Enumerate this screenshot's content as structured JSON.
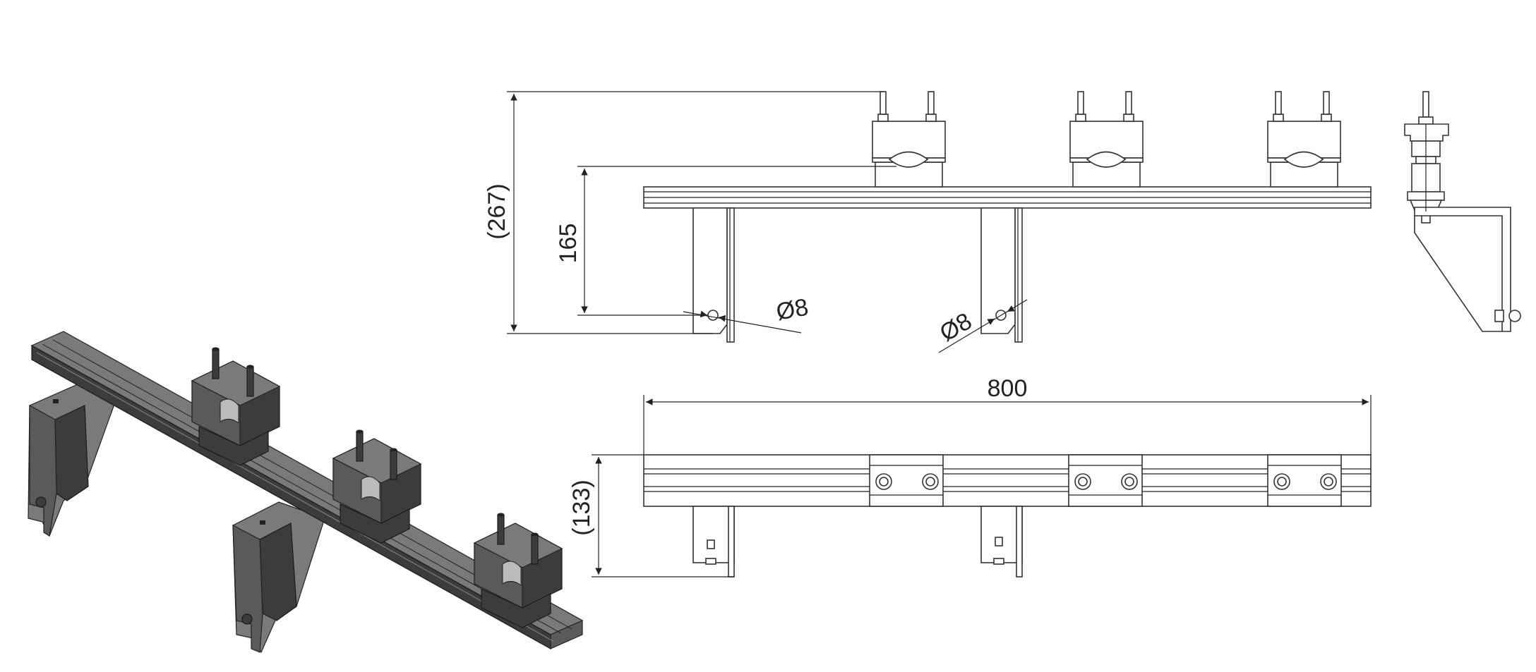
{
  "drawing": {
    "dimensions": {
      "overall_height": "(267)",
      "rail_height": "165",
      "hole_left": "Ø8",
      "hole_right": "Ø8",
      "length": "800",
      "depth": "(133)"
    }
  }
}
